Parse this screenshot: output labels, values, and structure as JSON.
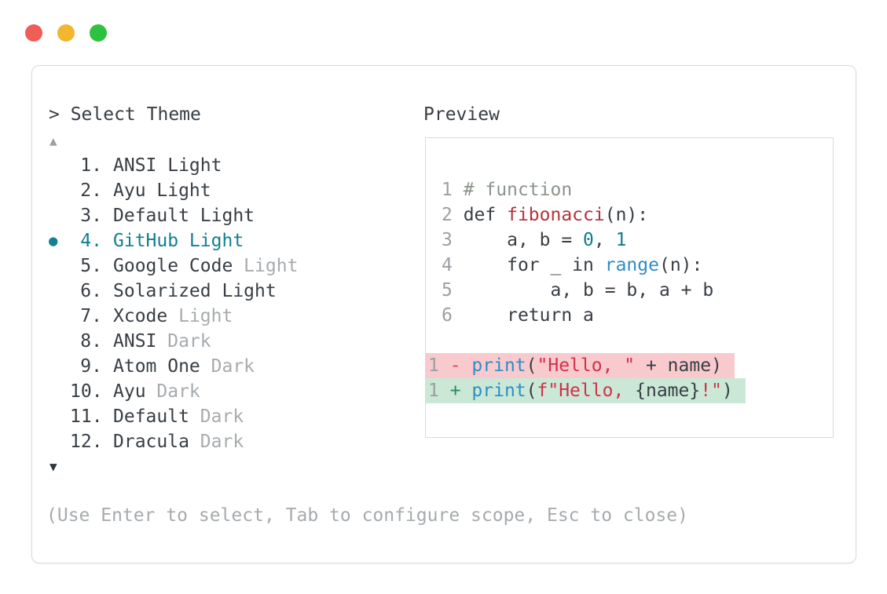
{
  "window": {
    "traffic_lights": [
      {
        "name": "close",
        "color": "#f05c56"
      },
      {
        "name": "minimize",
        "color": "#f2b62f"
      },
      {
        "name": "zoom",
        "color": "#2cc23f"
      }
    ]
  },
  "theme_picker": {
    "prompt": "> Select Theme",
    "scroll_up": "▲",
    "scroll_down": "▼",
    "selected_bullet": "●",
    "items": [
      {
        "num": "1.",
        "name": "ANSI Light",
        "suffix": "",
        "selected": false
      },
      {
        "num": "2.",
        "name": "Ayu Light",
        "suffix": "",
        "selected": false
      },
      {
        "num": "3.",
        "name": "Default Light",
        "suffix": "",
        "selected": false
      },
      {
        "num": "4.",
        "name": "GitHub Light",
        "suffix": "",
        "selected": true
      },
      {
        "num": "5.",
        "name": "Google Code",
        "suffix": "Light",
        "selected": false
      },
      {
        "num": "6.",
        "name": "Solarized Light",
        "suffix": "",
        "selected": false
      },
      {
        "num": "7.",
        "name": "Xcode",
        "suffix": "Light",
        "selected": false
      },
      {
        "num": "8.",
        "name": "ANSI",
        "suffix": "Dark",
        "selected": false
      },
      {
        "num": "9.",
        "name": "Atom One",
        "suffix": "Dark",
        "selected": false
      },
      {
        "num": "10.",
        "name": "Ayu",
        "suffix": "Dark",
        "selected": false
      },
      {
        "num": "11.",
        "name": "Default",
        "suffix": "Dark",
        "selected": false
      },
      {
        "num": "12.",
        "name": "Dracula",
        "suffix": "Dark",
        "selected": false
      }
    ],
    "footer_hint": "(Use Enter to select, Tab to configure scope, Esc to close)"
  },
  "preview": {
    "label": "Preview",
    "code_lines": [
      {
        "type": "code",
        "tokens": [
          [
            "1 ",
            "ln"
          ],
          [
            "# function",
            "comment"
          ]
        ]
      },
      {
        "type": "code",
        "tokens": [
          [
            "2 ",
            "ln"
          ],
          [
            "def ",
            "code"
          ],
          [
            "fibonacci",
            "func"
          ],
          [
            "(n):",
            "code"
          ]
        ]
      },
      {
        "type": "code",
        "tokens": [
          [
            "3 ",
            "ln"
          ],
          [
            "    a, b = ",
            "code"
          ],
          [
            "0",
            "num"
          ],
          [
            ", ",
            "code"
          ],
          [
            "1",
            "num"
          ]
        ]
      },
      {
        "type": "code",
        "tokens": [
          [
            "4 ",
            "ln"
          ],
          [
            "    for _ in ",
            "code"
          ],
          [
            "range",
            "builtin"
          ],
          [
            "(n):",
            "code"
          ]
        ]
      },
      {
        "type": "code",
        "tokens": [
          [
            "5 ",
            "ln"
          ],
          [
            "        a, b = b, a + b",
            "code"
          ]
        ]
      },
      {
        "type": "code",
        "tokens": [
          [
            "6 ",
            "ln"
          ],
          [
            "    return a",
            "code"
          ]
        ]
      },
      {
        "type": "blank",
        "tokens": []
      },
      {
        "type": "removed",
        "tokens": [
          [
            "1 ",
            "ln"
          ],
          [
            "- ",
            "minus"
          ],
          [
            "print",
            "builtin"
          ],
          [
            "(",
            "code"
          ],
          [
            "\"Hello, \"",
            "str"
          ],
          [
            " + name)",
            "code"
          ]
        ]
      },
      {
        "type": "added",
        "tokens": [
          [
            "1 ",
            "ln"
          ],
          [
            "+ ",
            "plus"
          ],
          [
            "print",
            "builtin"
          ],
          [
            "(",
            "code"
          ],
          [
            "f\"Hello, ",
            "str"
          ],
          [
            "{name}",
            "code"
          ],
          [
            "!\"",
            "str"
          ],
          [
            ")",
            "code"
          ]
        ]
      }
    ]
  },
  "colors": {
    "text": "#383e44",
    "muted": "#a7abae",
    "line_number": "#9b9fa3",
    "arrow_up": "#9aa0a5",
    "arrow_down": "#2f353a",
    "selected": "#12808d",
    "comment": "#8b948b",
    "function_name": "#b1333c",
    "number_literal": "#0f7d8a",
    "builtin": "#2e8ec4",
    "string": "#d43049",
    "diff_minus": "#d6495a",
    "diff_plus": "#2b8a62",
    "removed_bg": "#f8cacd",
    "added_bg": "#cbe8d7",
    "border": "#dadada"
  }
}
